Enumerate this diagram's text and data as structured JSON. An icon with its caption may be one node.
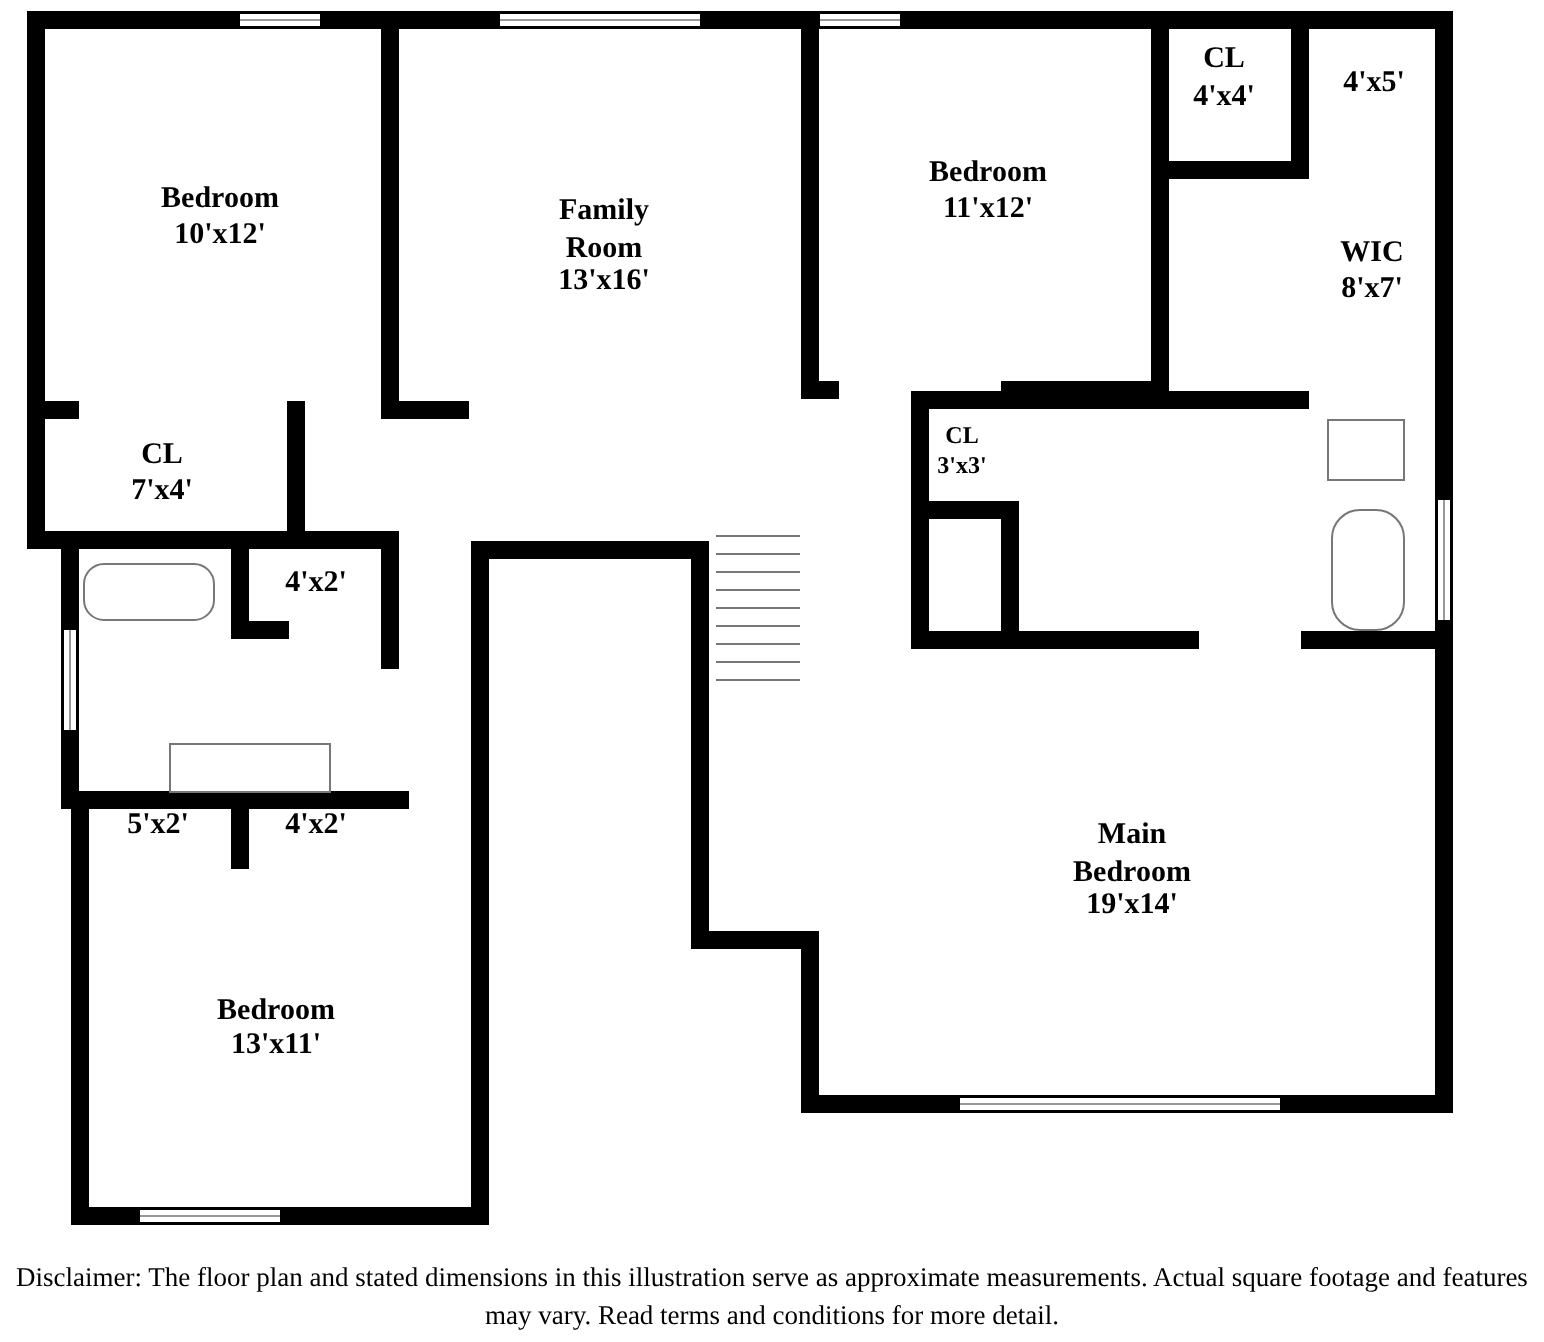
{
  "diagram": {
    "caption": "Disclaimer: The floor plan and stated dimensions in this illustration serve as approximate measurements. Actual square footage and features may vary. Read terms and conditions for more detail.",
    "labels": [
      "Bedroom",
      "10'x12'",
      "Family Room",
      "13'x16'",
      "Bedroom",
      "11'x12'",
      "CL",
      "4'x4'",
      "4'x5'",
      "WIC",
      "8'x7'",
      "CL",
      "7'x4'",
      "CL",
      "3'x3'",
      "4'x2'",
      "5'x2'",
      "4'x2'",
      "Main Bedroom",
      "19'x14'",
      "Bedroom",
      "13'x11'"
    ]
  }
}
